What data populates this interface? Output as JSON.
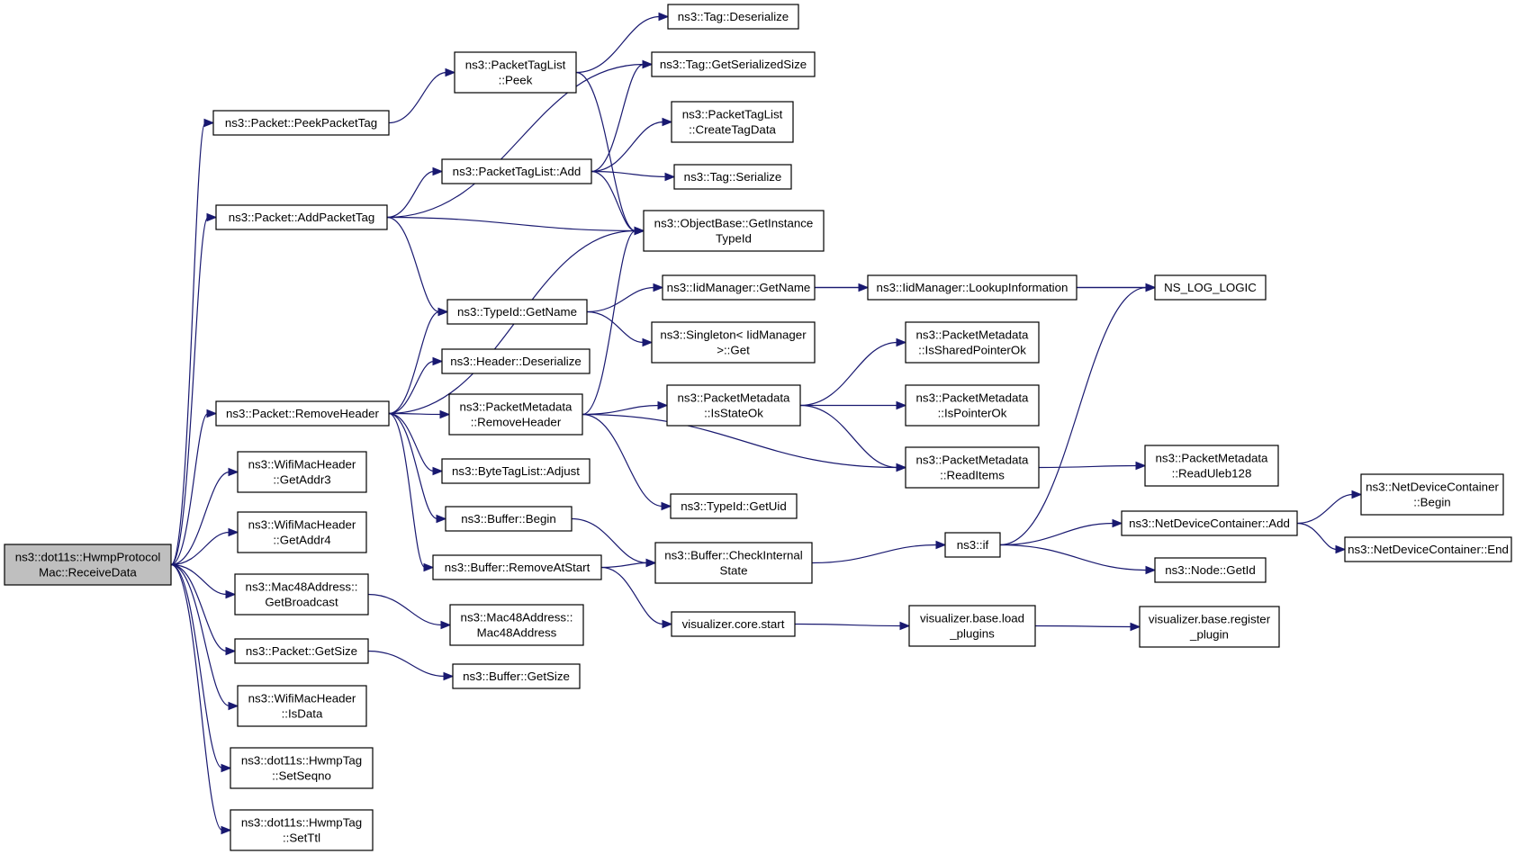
{
  "nodes": [
    {
      "id": "n0",
      "lines": [
        "ns3::dot11s::HwmpProtocol",
        "Mac::ReceiveData"
      ],
      "root": true
    },
    {
      "id": "n1",
      "lines": [
        "ns3::Packet::PeekPacketTag"
      ]
    },
    {
      "id": "n2",
      "lines": [
        "ns3::Packet::AddPacketTag"
      ]
    },
    {
      "id": "n3",
      "lines": [
        "ns3::Packet::RemoveHeader"
      ]
    },
    {
      "id": "n4",
      "lines": [
        "ns3::WifiMacHeader",
        "::GetAddr3"
      ]
    },
    {
      "id": "n5",
      "lines": [
        "ns3::WifiMacHeader",
        "::GetAddr4"
      ]
    },
    {
      "id": "n6",
      "lines": [
        "ns3::Mac48Address::",
        "GetBroadcast"
      ]
    },
    {
      "id": "n7",
      "lines": [
        "ns3::Packet::GetSize"
      ]
    },
    {
      "id": "n8",
      "lines": [
        "ns3::WifiMacHeader",
        "::IsData"
      ]
    },
    {
      "id": "n9",
      "lines": [
        "ns3::dot11s::HwmpTag",
        "::SetSeqno"
      ]
    },
    {
      "id": "n10",
      "lines": [
        "ns3::dot11s::HwmpTag",
        "::SetTtl"
      ]
    },
    {
      "id": "n11",
      "lines": [
        "ns3::PacketTagList",
        "::Peek"
      ]
    },
    {
      "id": "n12",
      "lines": [
        "ns3::PacketTagList::Add"
      ]
    },
    {
      "id": "n13",
      "lines": [
        "ns3::TypeId::GetName"
      ]
    },
    {
      "id": "n14",
      "lines": [
        "ns3::Header::Deserialize"
      ]
    },
    {
      "id": "n15",
      "lines": [
        "ns3::PacketMetadata",
        "::RemoveHeader"
      ]
    },
    {
      "id": "n16",
      "lines": [
        "ns3::ByteTagList::Adjust"
      ]
    },
    {
      "id": "n17",
      "lines": [
        "ns3::Buffer::Begin"
      ]
    },
    {
      "id": "n18",
      "lines": [
        "ns3::Buffer::RemoveAtStart"
      ]
    },
    {
      "id": "n19",
      "lines": [
        "ns3::Mac48Address::",
        "Mac48Address"
      ]
    },
    {
      "id": "n20",
      "lines": [
        "ns3::Buffer::GetSize"
      ]
    },
    {
      "id": "n21",
      "lines": [
        "ns3::Tag::Deserialize"
      ]
    },
    {
      "id": "n22",
      "lines": [
        "ns3::Tag::GetSerializedSize"
      ]
    },
    {
      "id": "n23",
      "lines": [
        "ns3::PacketTagList",
        "::CreateTagData"
      ]
    },
    {
      "id": "n24",
      "lines": [
        "ns3::Tag::Serialize"
      ]
    },
    {
      "id": "n25",
      "lines": [
        "ns3::ObjectBase::GetInstance",
        "TypeId"
      ]
    },
    {
      "id": "n26",
      "lines": [
        "ns3::IidManager::GetName"
      ]
    },
    {
      "id": "n27",
      "lines": [
        "ns3::Singleton< IidManager",
        " >::Get"
      ]
    },
    {
      "id": "n28",
      "lines": [
        "ns3::PacketMetadata",
        "::IsStateOk"
      ]
    },
    {
      "id": "n29",
      "lines": [
        "ns3::TypeId::GetUid"
      ]
    },
    {
      "id": "n30",
      "lines": [
        "ns3::Buffer::CheckInternal",
        "State"
      ]
    },
    {
      "id": "n31",
      "lines": [
        "visualizer.core.start"
      ]
    },
    {
      "id": "n32",
      "lines": [
        "ns3::IidManager::LookupInformation"
      ]
    },
    {
      "id": "n33",
      "lines": [
        "ns3::PacketMetadata",
        "::IsSharedPointerOk"
      ]
    },
    {
      "id": "n34",
      "lines": [
        "ns3::PacketMetadata",
        "::IsPointerOk"
      ]
    },
    {
      "id": "n35",
      "lines": [
        "ns3::PacketMetadata",
        "::ReadItems"
      ]
    },
    {
      "id": "n36",
      "lines": [
        "ns3::if"
      ]
    },
    {
      "id": "n37",
      "lines": [
        "visualizer.base.load",
        "_plugins"
      ]
    },
    {
      "id": "n38",
      "lines": [
        "NS_LOG_LOGIC"
      ]
    },
    {
      "id": "n39",
      "lines": [
        "ns3::PacketMetadata",
        "::ReadUleb128"
      ]
    },
    {
      "id": "n40",
      "lines": [
        "ns3::NetDeviceContainer::Add"
      ]
    },
    {
      "id": "n41",
      "lines": [
        "ns3::Node::GetId"
      ]
    },
    {
      "id": "n42",
      "lines": [
        "visualizer.base.register",
        "_plugin"
      ]
    },
    {
      "id": "n43",
      "lines": [
        "ns3::NetDeviceContainer",
        "::Begin"
      ]
    },
    {
      "id": "n44",
      "lines": [
        "ns3::NetDeviceContainer::End"
      ]
    }
  ],
  "edges": [
    [
      "n0",
      "n1"
    ],
    [
      "n0",
      "n2"
    ],
    [
      "n0",
      "n3"
    ],
    [
      "n0",
      "n4"
    ],
    [
      "n0",
      "n5"
    ],
    [
      "n0",
      "n6"
    ],
    [
      "n0",
      "n7"
    ],
    [
      "n0",
      "n8"
    ],
    [
      "n0",
      "n9"
    ],
    [
      "n0",
      "n10"
    ],
    [
      "n1",
      "n11"
    ],
    [
      "n11",
      "n21"
    ],
    [
      "n11",
      "n25"
    ],
    [
      "n2",
      "n22"
    ],
    [
      "n2",
      "n12"
    ],
    [
      "n2",
      "n25"
    ],
    [
      "n2",
      "n13"
    ],
    [
      "n12",
      "n22"
    ],
    [
      "n12",
      "n23"
    ],
    [
      "n12",
      "n24"
    ],
    [
      "n12",
      "n25"
    ],
    [
      "n3",
      "n25"
    ],
    [
      "n3",
      "n13"
    ],
    [
      "n3",
      "n14"
    ],
    [
      "n3",
      "n15"
    ],
    [
      "n3",
      "n16"
    ],
    [
      "n3",
      "n17"
    ],
    [
      "n3",
      "n18"
    ],
    [
      "n13",
      "n26"
    ],
    [
      "n13",
      "n27"
    ],
    [
      "n26",
      "n32"
    ],
    [
      "n26",
      "n38"
    ],
    [
      "n32",
      "n38"
    ],
    [
      "n15",
      "n25"
    ],
    [
      "n15",
      "n28"
    ],
    [
      "n15",
      "n35"
    ],
    [
      "n15",
      "n29"
    ],
    [
      "n28",
      "n33"
    ],
    [
      "n28",
      "n34"
    ],
    [
      "n28",
      "n35"
    ],
    [
      "n35",
      "n39"
    ],
    [
      "n17",
      "n30"
    ],
    [
      "n18",
      "n30"
    ],
    [
      "n18",
      "n31"
    ],
    [
      "n30",
      "n36"
    ],
    [
      "n36",
      "n38"
    ],
    [
      "n36",
      "n40"
    ],
    [
      "n36",
      "n41"
    ],
    [
      "n40",
      "n43"
    ],
    [
      "n40",
      "n44"
    ],
    [
      "n31",
      "n37"
    ],
    [
      "n37",
      "n42"
    ],
    [
      "n6",
      "n19"
    ],
    [
      "n7",
      "n20"
    ]
  ]
}
